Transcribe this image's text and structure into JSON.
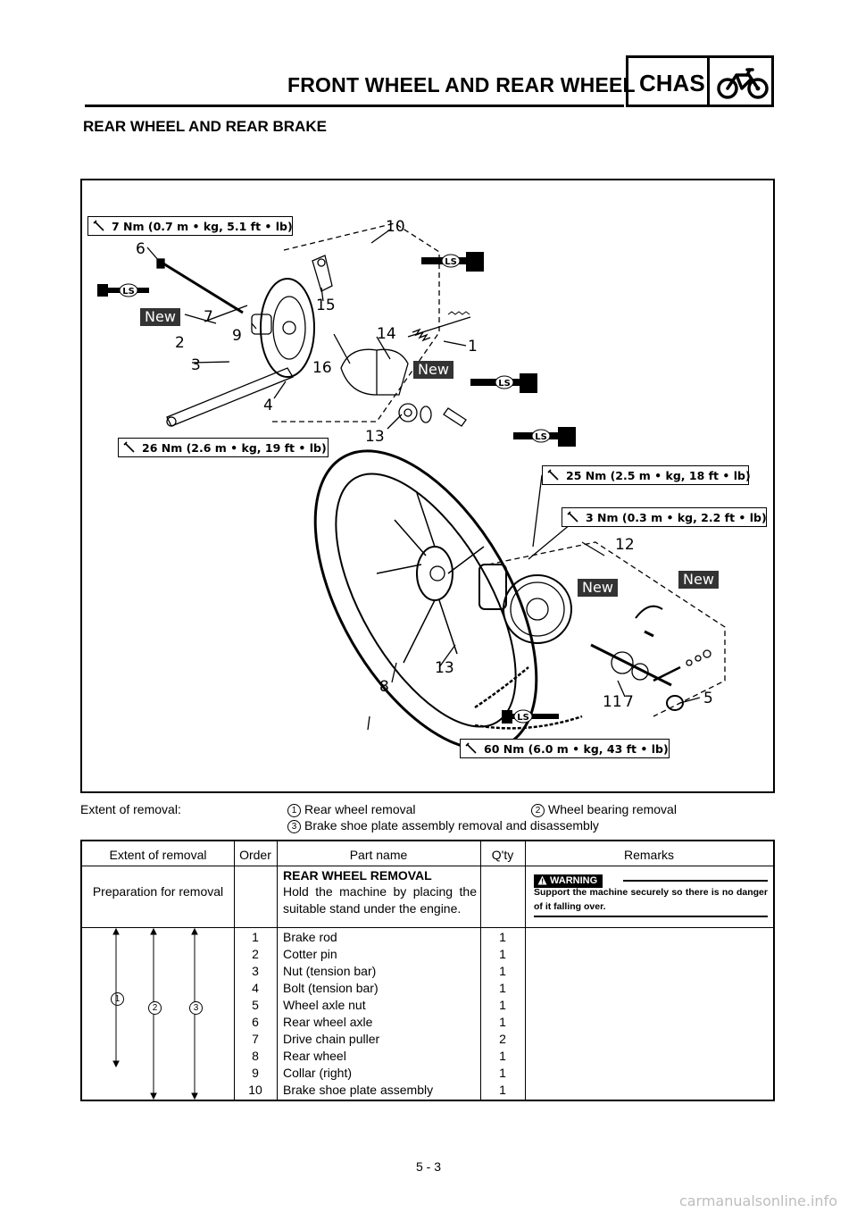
{
  "header": {
    "title": "FRONT WHEEL AND REAR WHEEL",
    "section_code": "CHAS",
    "section_icon": "motorcycle-icon"
  },
  "section_title": "REAR WHEEL AND REAR BRAKE",
  "diagram": {
    "torque_labels": [
      "7 Nm (0.7 m • kg, 5.1 ft • lb)",
      "26 Nm (2.6 m • kg, 19 ft • lb)",
      "25 Nm (2.5 m • kg, 18 ft • lb)",
      "3 Nm (0.3 m • kg, 2.2 ft • lb)",
      "60 Nm (6.0 m • kg, 43 ft • lb)"
    ],
    "callouts": [
      "10",
      "6",
      "15",
      "7",
      "9",
      "2",
      "14",
      "1",
      "3",
      "16",
      "4",
      "13",
      "12",
      "13",
      "8",
      "11",
      "7",
      "5"
    ],
    "new_badge": "New",
    "ls_badge": "LS"
  },
  "extent": {
    "label": "Extent of removal:",
    "items": [
      {
        "num": "1",
        "text": "Rear wheel removal"
      },
      {
        "num": "2",
        "text": "Wheel bearing removal"
      },
      {
        "num": "3",
        "text": "Brake shoe plate assembly removal and disassembly"
      }
    ]
  },
  "table": {
    "headers": [
      "Extent of removal",
      "Order",
      "Part name",
      "Q'ty",
      "Remarks"
    ],
    "prep": {
      "extent": "Preparation for removal",
      "title": "REAR WHEEL REMOVAL",
      "text_line1": "Hold the machine by placing the",
      "text_line2": "suitable stand under the engine.",
      "warning_label": "WARNING",
      "warning_text": "Support the machine securely so there is no danger of it falling over."
    },
    "rows": [
      {
        "order": "1",
        "name": "Brake rod",
        "qty": "1"
      },
      {
        "order": "2",
        "name": "Cotter pin",
        "qty": "1"
      },
      {
        "order": "3",
        "name": "Nut (tension bar)",
        "qty": "1"
      },
      {
        "order": "4",
        "name": "Bolt (tension bar)",
        "qty": "1"
      },
      {
        "order": "5",
        "name": "Wheel axle nut",
        "qty": "1"
      },
      {
        "order": "6",
        "name": "Rear wheel axle",
        "qty": "1"
      },
      {
        "order": "7",
        "name": "Drive chain puller",
        "qty": "2"
      },
      {
        "order": "8",
        "name": "Rear wheel",
        "qty": "1"
      },
      {
        "order": "9",
        "name": "Collar (right)",
        "qty": "1"
      },
      {
        "order": "10",
        "name": "Brake shoe plate assembly",
        "qty": "1"
      }
    ],
    "extent_markers": [
      "1",
      "2",
      "3"
    ]
  },
  "page_number": "5 - 3",
  "watermark": "carmanualsonline.info"
}
